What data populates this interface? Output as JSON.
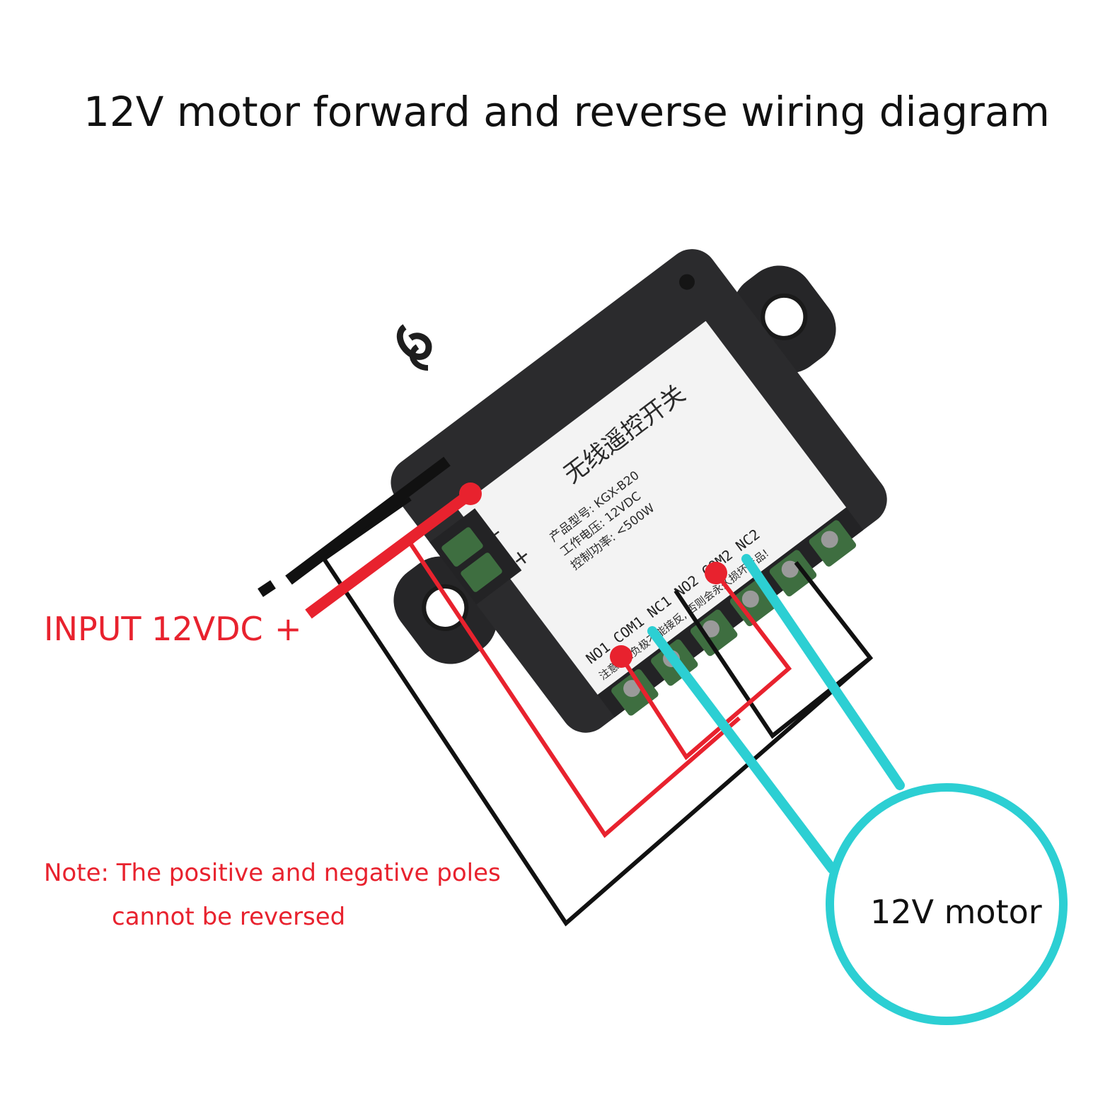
{
  "title": "12V motor forward and reverse wiring diagram",
  "input_label": "INPUT 12VDC",
  "minus_sign": "-",
  "plus_sign": "+",
  "note_line1": "Note: The positive and negative poles",
  "note_line2": "cannot be reversed",
  "motor_label": "12V motor",
  "module": {
    "name_cn": "无线遥控开关",
    "model": "产品型号: KGX-B20",
    "voltage": "工作电压: 12VDC",
    "power": "控制功率: <500W",
    "terminal_row": "NO1 COM1 NC1 NO2 COM2 NC2",
    "note_cn": "注意: 正负极不能接反, 否则会永久损坏产品!",
    "minus": "-",
    "plus": "+"
  },
  "colors": {
    "positive_wire": "#e8222e",
    "negative_wire": "#111111",
    "motor_wire": "#2ccfd3",
    "module_body": "#2b2b2d",
    "label": "#f3f3f3"
  }
}
